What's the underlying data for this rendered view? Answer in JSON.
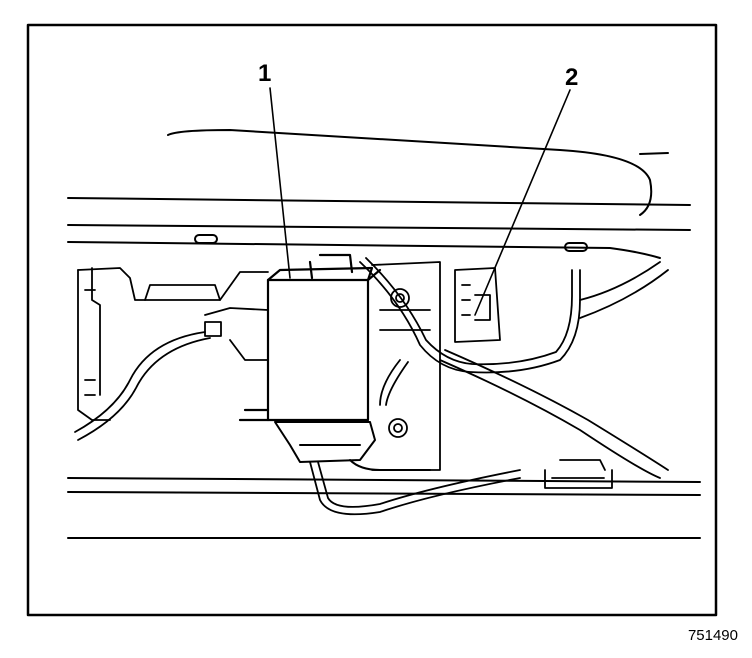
{
  "callouts": {
    "one": "1",
    "two": "2"
  },
  "figure_number": "751490",
  "colors": {
    "ink": "#000000",
    "paper": "#ffffff"
  }
}
